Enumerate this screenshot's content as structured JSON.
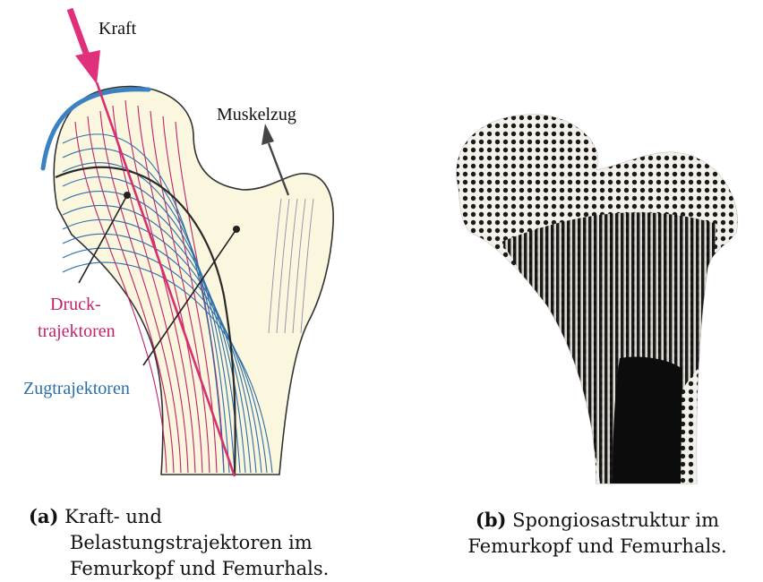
{
  "panel_a": {
    "labels": {
      "force": "Kraft",
      "muscle": "Muskelzug",
      "compression_line1": "Druck-",
      "compression_line2": "trajektoren",
      "tension": "Zugtrajektoren"
    },
    "colors": {
      "compression": "#c0226c",
      "tension": "#2b6ea8",
      "force_arrow": "#e0307c",
      "bone_fill": "#fbf6de",
      "cartilage": "#3b82c4"
    },
    "caption_tag": "(a)",
    "caption_text": "Kraft- und Belastungstrajektoren im Femurkopf und Femurhals."
  },
  "panel_b": {
    "caption_tag": "(b)",
    "caption_text": "Spongiosastruktur im Femurkopf und Femurhals.",
    "colors": {
      "bone": "#151515",
      "background": "#e9e6df"
    }
  }
}
